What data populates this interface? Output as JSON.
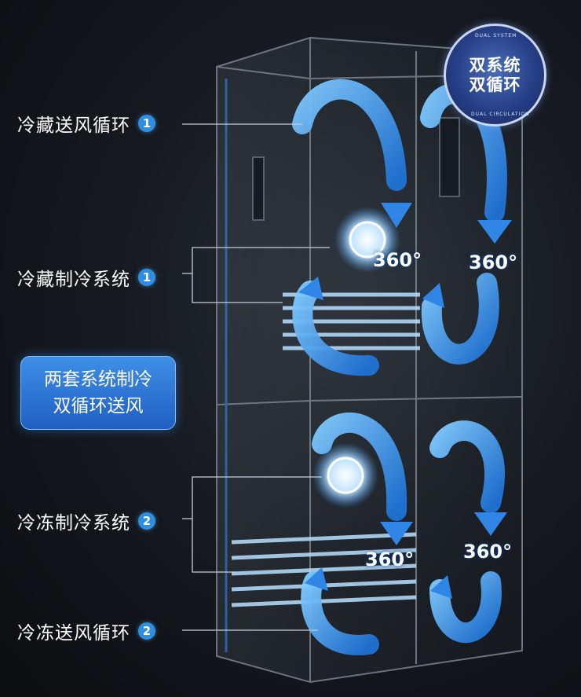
{
  "callouts": [
    {
      "label": "冷藏送风循环",
      "num": "1"
    },
    {
      "label": "冷藏制冷系统",
      "num": "1"
    },
    {
      "label": "冷冻制冷系统",
      "num": "2"
    },
    {
      "label": "冷冻送风循环",
      "num": "2"
    }
  ],
  "summary": {
    "line1": "两套系统制冷",
    "line2": "双循环送风"
  },
  "degree_labels": [
    "360°",
    "360°",
    "360°",
    "360°"
  ],
  "badge": {
    "line1": "双系统",
    "line2": "双循环",
    "arc_top": "DUAL SYSTEM",
    "arc_bottom": "DUAL CIRCULATION"
  },
  "colors": {
    "accent": "#2e8fe0",
    "arrow": "#3a9af0",
    "summary_bg": "#2f78d8"
  }
}
